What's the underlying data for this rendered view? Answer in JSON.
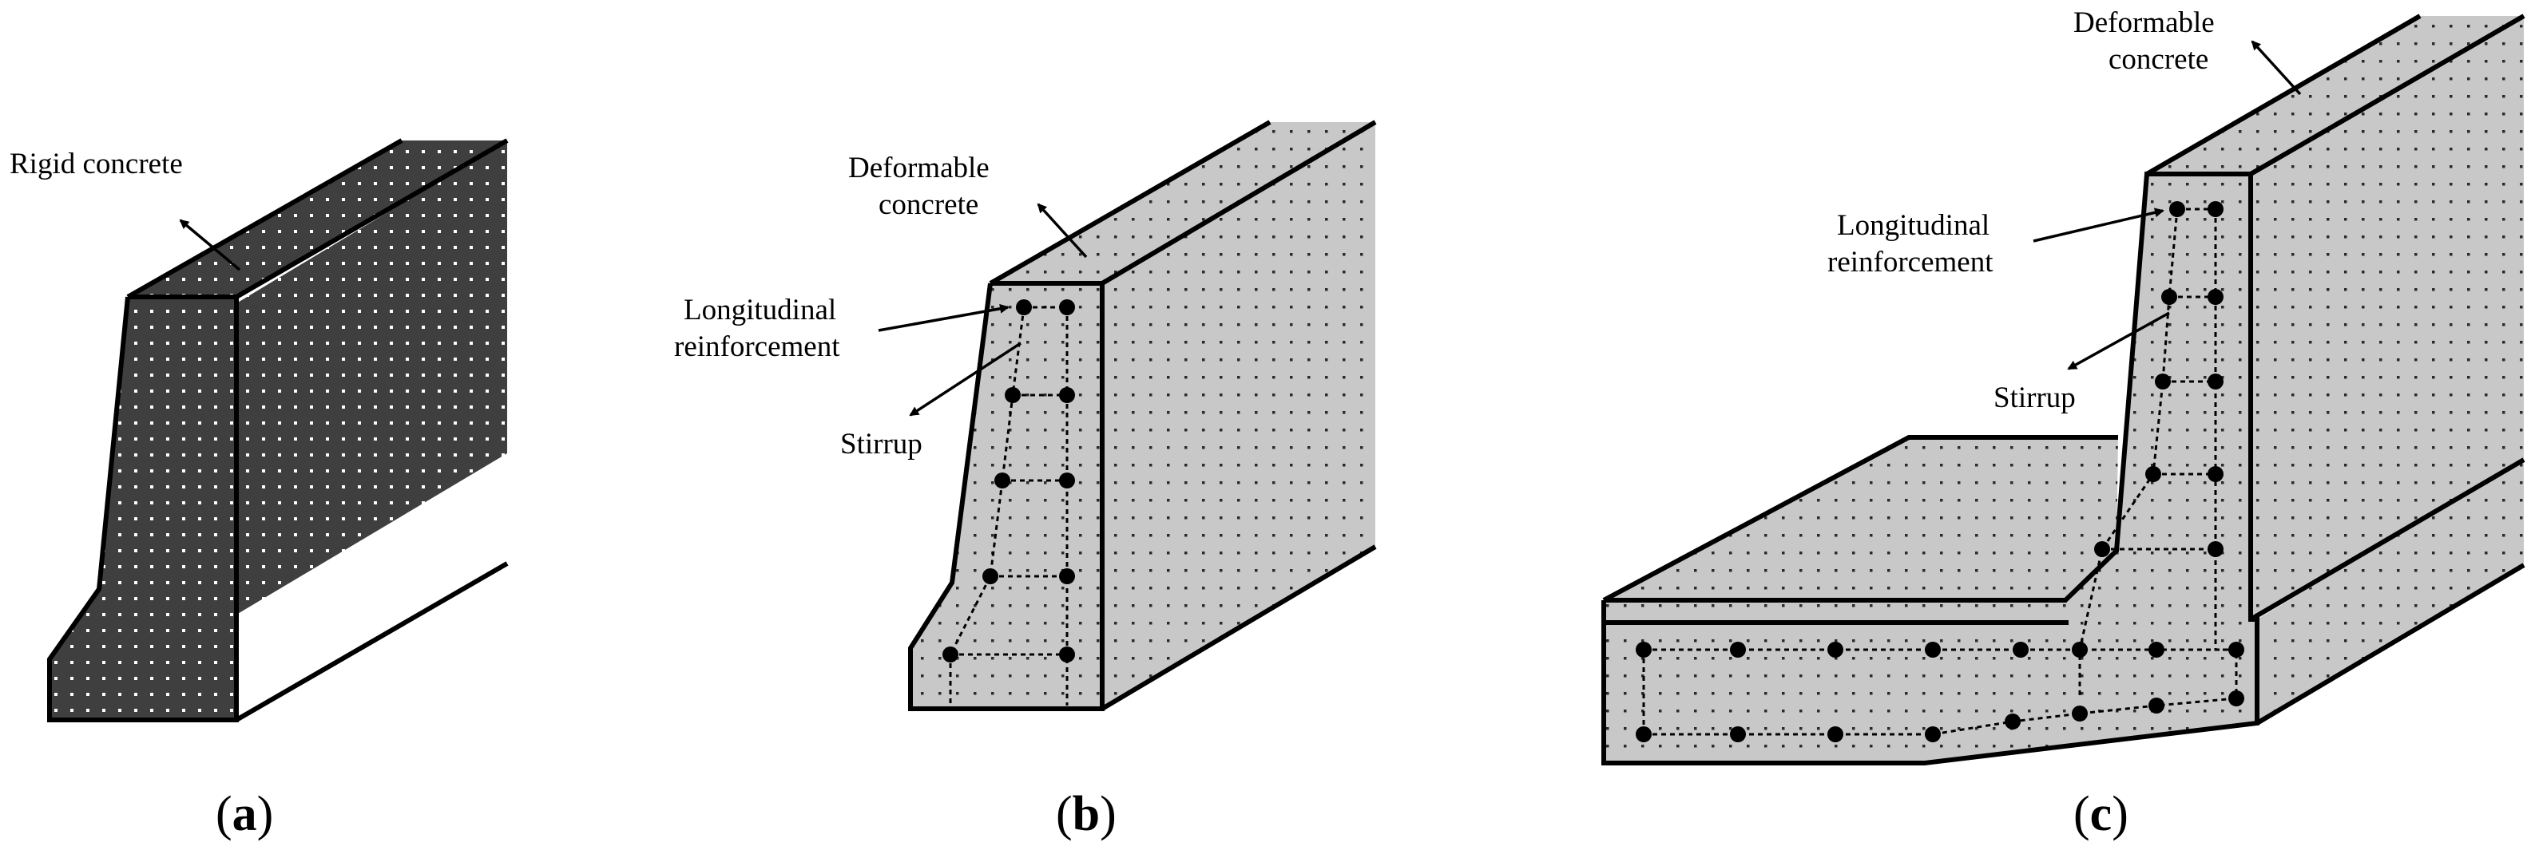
{
  "colors": {
    "rigid_concrete": "#3f3f3f",
    "rigid_dots": "#ffffff",
    "deformable_concrete": "#c8c8c8",
    "deformable_dots": "#2a2a2a",
    "outline": "#000000"
  },
  "panels": {
    "a": {
      "caption_open": "(",
      "caption_letter": "a",
      "caption_close": ")",
      "label_rigid": "Rigid concrete"
    },
    "b": {
      "caption_open": "(",
      "caption_letter": "b",
      "caption_close": ")",
      "label_deformable_line1": "Deformable",
      "label_deformable_line2": "concrete",
      "label_longitudinal_line1": "Longitudinal",
      "label_longitudinal_line2": "reinforcement",
      "label_stirrup": "Stirrup"
    },
    "c": {
      "caption_open": "(",
      "caption_letter": "c",
      "caption_close": ")",
      "label_deformable_line1": "Deformable",
      "label_deformable_line2": "concrete",
      "label_longitudinal_line1": "Longitudinal",
      "label_longitudinal_line2": "reinforcement",
      "label_stirrup": "Stirrup"
    }
  }
}
